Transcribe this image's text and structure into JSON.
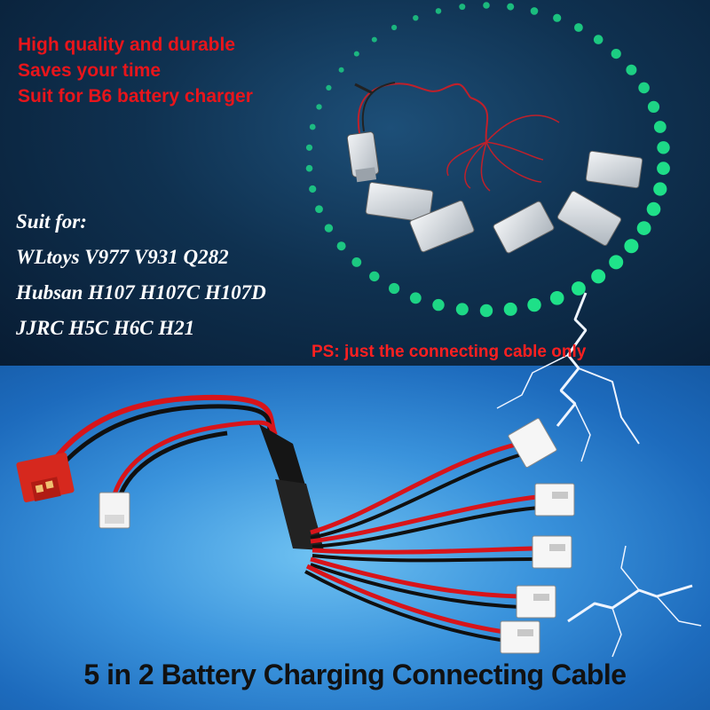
{
  "features": [
    "High quality and durable",
    "Saves your time",
    "Suit for B6 battery charger"
  ],
  "compatibility": {
    "heading": "Suit for:",
    "models": [
      "WLtoys V977 V931 Q282",
      "Hubsan H107 H107C H107D",
      "JJRC H5C H6C H21"
    ]
  },
  "note": "PS: just the connecting cable only",
  "product_title": "5 in 2 Battery Charging Connecting Cable",
  "colors": {
    "feature_text": "#e8151b",
    "note_text": "#ff2020",
    "dots": "#1fe38a",
    "wire_red": "#d8141a",
    "wire_black": "#101010",
    "connector_red": "#d6281e"
  }
}
